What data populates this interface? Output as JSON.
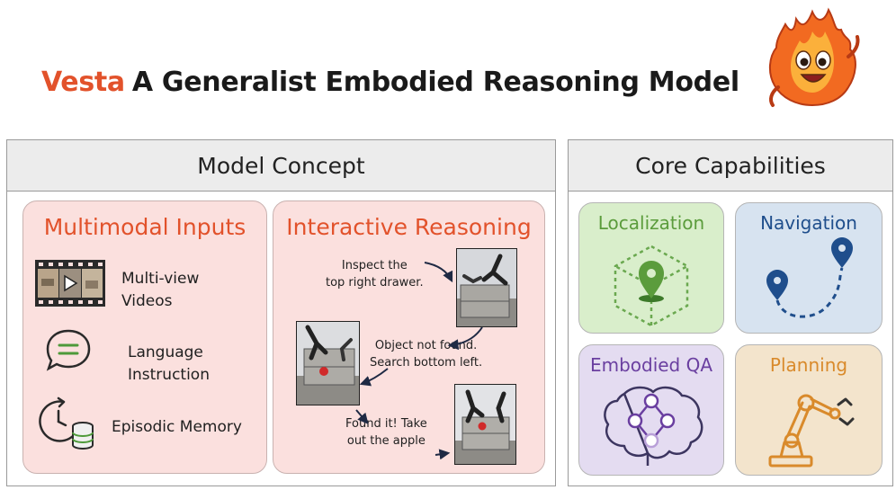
{
  "header": {
    "brand": "Vesta",
    "title": "A Generalist Embodied Reasoning Model",
    "mascot_icon": "fire-mascot-icon"
  },
  "model_concept": {
    "title": "Model Concept",
    "multimodal_inputs": {
      "title": "Multimodal Inputs",
      "items": [
        {
          "icon": "video-film-icon",
          "line1": "Multi-view",
          "line2": "Videos"
        },
        {
          "icon": "chat-bubble-icon",
          "line1": "Language",
          "line2": "Instruction"
        },
        {
          "icon": "clock-database-icon",
          "line1": "Episodic Memory",
          "line2": ""
        }
      ]
    },
    "interactive_reasoning": {
      "title": "Interactive Reasoning",
      "steps": [
        {
          "line1": "Inspect the",
          "line2": "top right drawer."
        },
        {
          "line1": "Object not found.",
          "line2": "Search bottom left."
        },
        {
          "line1": "Found it! Take",
          "line2": "out the apple"
        }
      ]
    }
  },
  "core_capabilities": {
    "title": "Core Capabilities",
    "items": [
      {
        "label": "Localization",
        "icon": "location-pin-cube-icon",
        "color": "#5b9c3c",
        "bg": "#d9eecb"
      },
      {
        "label": "Navigation",
        "icon": "route-pins-icon",
        "color": "#1f4e8c",
        "bg": "#d7e3f0"
      },
      {
        "label": "Embodied QA",
        "icon": "brain-graph-icon",
        "color": "#6a3fa0",
        "bg": "#e4dcf1"
      },
      {
        "label": "Planning",
        "icon": "robot-arm-icon",
        "color": "#d98a2b",
        "bg": "#f3e4cc"
      }
    ]
  }
}
